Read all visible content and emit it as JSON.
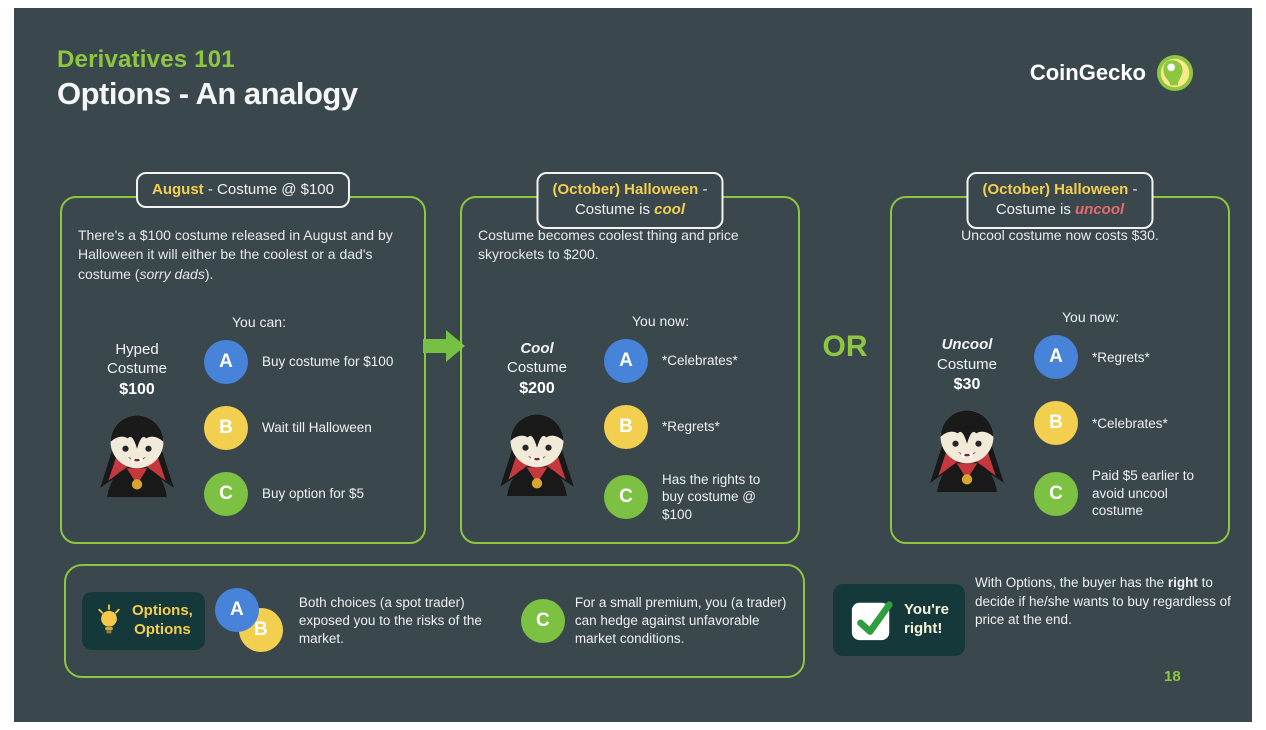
{
  "colors": {
    "slide_bg": "#3a484e",
    "accent_green": "#8dc63f",
    "accent_yellow": "#f3cf50",
    "accent_red": "#e96a6e",
    "circle_blue": "#4683d9",
    "circle_yellow": "#f3cf50",
    "circle_green": "#7cc142",
    "badge_bg": "#15393b"
  },
  "header": {
    "kicker": "Derivatives 101",
    "title": "Options - An analogy",
    "brand": "CoinGecko"
  },
  "panels": [
    {
      "header_bold": "August",
      "header_rest": " - Costume @ $100",
      "body_before": "There's a $100 costume released in August and by Halloween it will either be the coolest or a dad's costume (",
      "body_italic": "sorry dads",
      "body_after": ").",
      "list_label": "You can:",
      "costume_line1": "Hyped",
      "costume_line2": "Costume",
      "price": "$100",
      "options": [
        {
          "letter": "A",
          "text": "Buy costume for $100"
        },
        {
          "letter": "B",
          "text": "Wait till Halloween"
        },
        {
          "letter": "C",
          "text": "Buy option for $5"
        }
      ]
    },
    {
      "header_bold": "(October) Halloween",
      "header_rest": " -",
      "header_line2_prefix": "Costume is ",
      "header_line2_accent": "cool",
      "body_before": "Costume becomes coolest thing and price skyrockets to $200.",
      "list_label": "You now:",
      "costume_line1": "Cool",
      "costume_line2": "Costume",
      "price": "$200",
      "options": [
        {
          "letter": "A",
          "text": "*Celebrates*"
        },
        {
          "letter": "B",
          "text": "*Regrets*"
        },
        {
          "letter": "C",
          "text": "Has the rights to buy costume @ $100"
        }
      ]
    },
    {
      "header_bold": "(October) Halloween",
      "header_rest": " -",
      "header_line2_prefix": "Costume is ",
      "header_line2_accent": "uncool",
      "body_before": "Uncool costume now costs $30.",
      "list_label": "You now:",
      "costume_line1": "Uncool",
      "costume_line2": "Costume",
      "price": "$30",
      "options": [
        {
          "letter": "A",
          "text": "*Regrets*"
        },
        {
          "letter": "B",
          "text": "*Celebrates*"
        },
        {
          "letter": "C",
          "text": "Paid $5 earlier to avoid uncool costume"
        }
      ]
    }
  ],
  "connector": {
    "or_label": "OR"
  },
  "summary": {
    "badge_line1": "Options,",
    "badge_line2": "Options",
    "point_ab_letters": [
      "A",
      "B"
    ],
    "point_ab_text": "Both choices (a spot trader) exposed you to the risks of the market.",
    "point_c_letter": "C",
    "point_c_text": "For a small premium, you (a trader) can hedge against unfavorable market conditions."
  },
  "conclusion": {
    "badge_line1": "You're",
    "badge_line2": "right!",
    "text_before": "With Options, the buyer has the ",
    "text_bold": "right",
    "text_after": " to decide if he/she wants to buy regardless of price at the end."
  },
  "page_number": "18"
}
